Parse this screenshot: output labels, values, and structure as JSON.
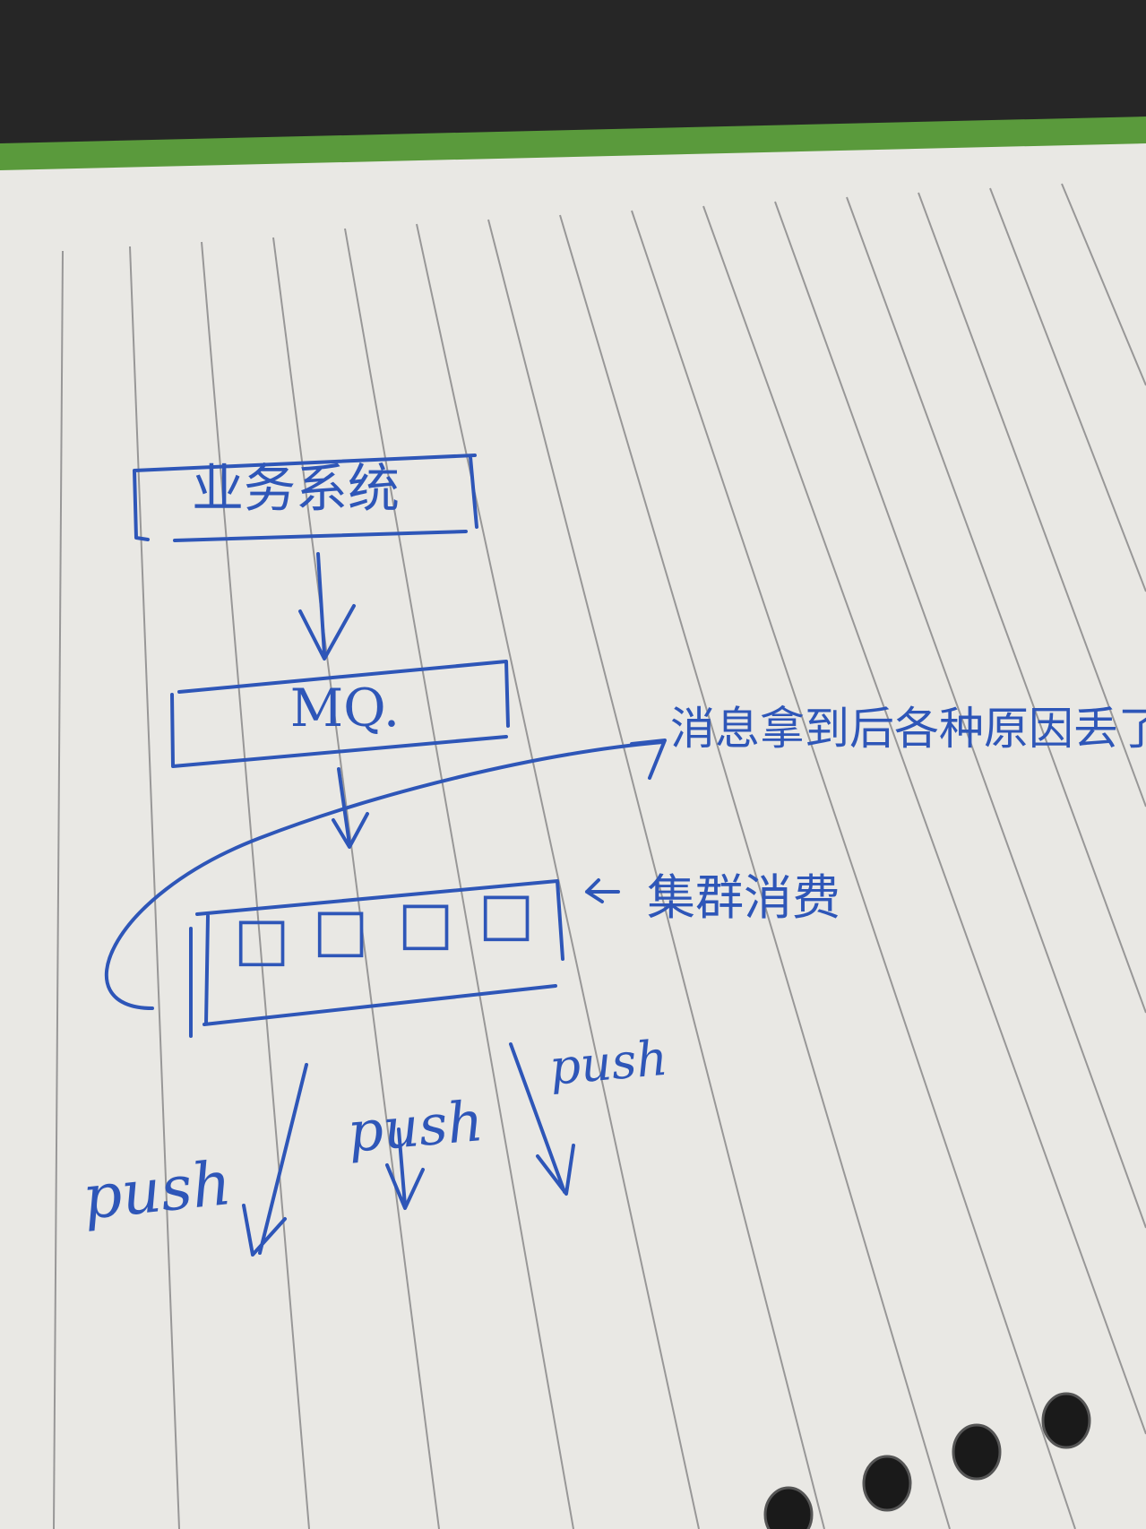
{
  "colors": {
    "ink": "#2e56b8",
    "paper": "#e9e8e4",
    "rule_line": "#8a8a8a",
    "desk": "#262626",
    "green_edge": "#5a9a3c"
  },
  "diagram": {
    "top_box": {
      "label": "业务系统"
    },
    "mq_box": {
      "label": "MQ."
    },
    "cluster_box": {
      "slots": [
        "□",
        "□",
        "□",
        "□"
      ]
    },
    "annotation_top": {
      "text": "消息拿到后各种原因丢了."
    },
    "annotation_cluster": {
      "arrow": "←",
      "text": "集群消费"
    },
    "push_labels": [
      "push",
      "push",
      "push"
    ]
  }
}
